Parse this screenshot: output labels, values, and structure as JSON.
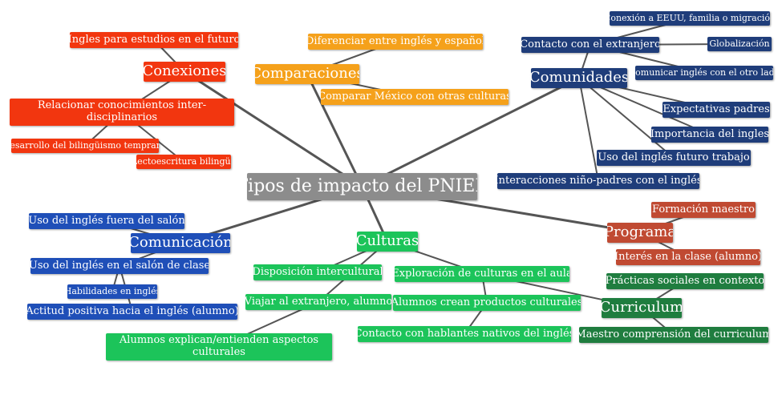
{
  "colors": {
    "central": "#8c8c8c",
    "conexiones": "#f2360f",
    "comparaciones": "#f5a11b",
    "comunidades": "#1f3d7a",
    "comunicacion": "#1f4fb8",
    "culturas": "#1cc45a",
    "programa": "#c04a32",
    "curriculum": "#1f7d3f",
    "line": "#555555"
  },
  "central": {
    "label": "Tipos de impacto del PNIEB"
  },
  "conexiones": {
    "label": "Conexiones",
    "items": [
      "Ingles para estudios en el futuro",
      "Relacionar conocimientos inter-disciplinarios",
      "Desarrollo del bilingüismo temprano",
      "Lectoescritura bilingüe"
    ]
  },
  "comparaciones": {
    "label": "Comparaciones",
    "items": [
      "Diferenciar entre inglés y español",
      "Comparar México con otras culturas"
    ]
  },
  "comunidades": {
    "label": "Comunidades",
    "items": [
      "Contacto con el extranjero",
      "Conexión a EEUU, familia o migración",
      "Globalización",
      "Comunicar inglés con el otro lado",
      "Expectativas padres",
      "Importancia del ingles",
      "Uso del inglés futuro  trabajo",
      "Interacciones niño-padres con el inglés"
    ]
  },
  "comunicacion": {
    "label": "Comunicación",
    "items": [
      "Uso del inglés fuera del salón",
      "Uso del inglés en el salón de clase",
      "Habilidades en inglés",
      "Actitud positiva hacia el inglés (alumno)"
    ]
  },
  "culturas": {
    "label": "Culturas",
    "items": [
      "Disposición intercultural",
      "Viajar al extranjero, alumno",
      "Alumnos explican/entienden aspectos culturales",
      "Exploración de culturas en el aula",
      "Alumnos crean productos culturales",
      "Contacto con hablantes nativos del inglés"
    ]
  },
  "programa": {
    "label": "Programa",
    "items": [
      "Formación maestro",
      "Interés en la clase (alumno)"
    ]
  },
  "curriculum": {
    "label": "Curriculum",
    "items": [
      "Prácticas sociales en contexto",
      "Maestro comprensión del curriculum"
    ]
  }
}
